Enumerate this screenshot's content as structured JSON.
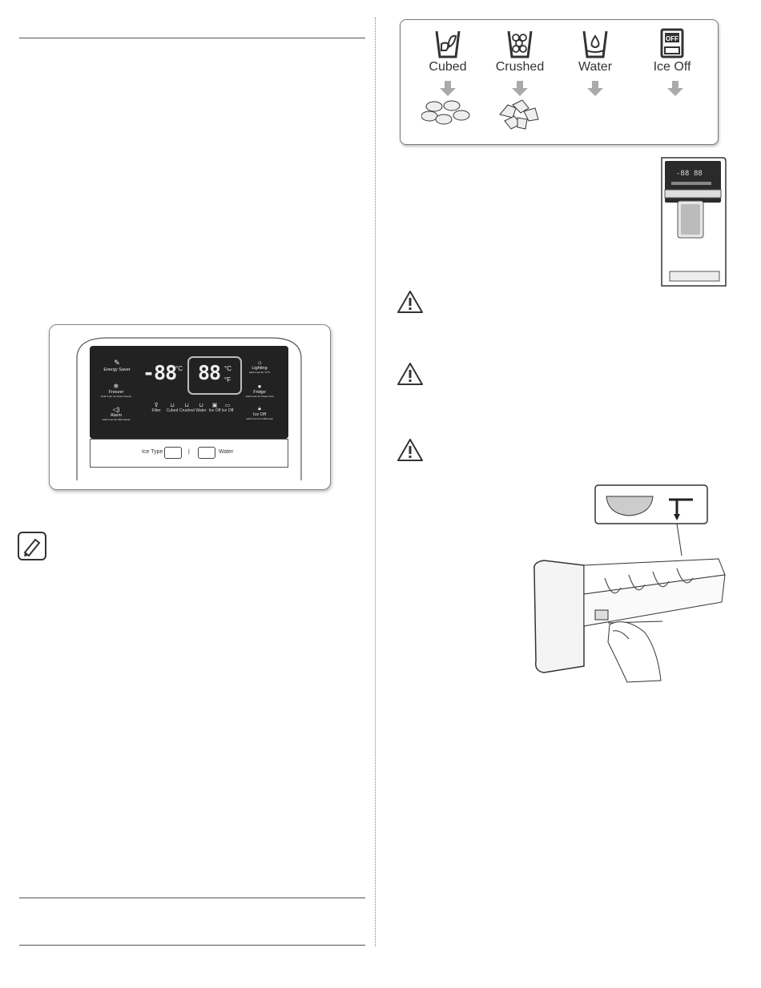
{
  "ice_types": {
    "cubed": "Cubed",
    "crushed": "Crushed",
    "water": "Water",
    "ice_off": "Ice Off",
    "off_badge": "OFF"
  },
  "panel": {
    "energy_saver": "Energy Saver",
    "freezer": "Freezer",
    "freezer_sub": "Hold 3 sec for Power Freeze",
    "alarm": "Alarm",
    "alarm_sub": "Hold 3 sec for Filter Reset",
    "lighting": "Lighting",
    "lighting_sub": "Hold 3 sec for °C/°F",
    "fridge": "Fridge",
    "fridge_sub": "Hold 3 sec for Power Cool",
    "ice_off": "Ice Off",
    "ice_off_sub": "Hold 3 sec for Child Lock",
    "freezer_temp": "-88",
    "fridge_temp": "88",
    "unit_c": "°C",
    "unit_f": "°F",
    "icons": [
      "Filter",
      "Cubed",
      "Crushed",
      "Water",
      "Ice Off",
      "Ice Off"
    ],
    "ice_type_label": "Ice Type",
    "separator": "|",
    "water_label": "Water"
  },
  "icons": [
    "warning-icon",
    "note-icon",
    "arrow-down-icon"
  ]
}
